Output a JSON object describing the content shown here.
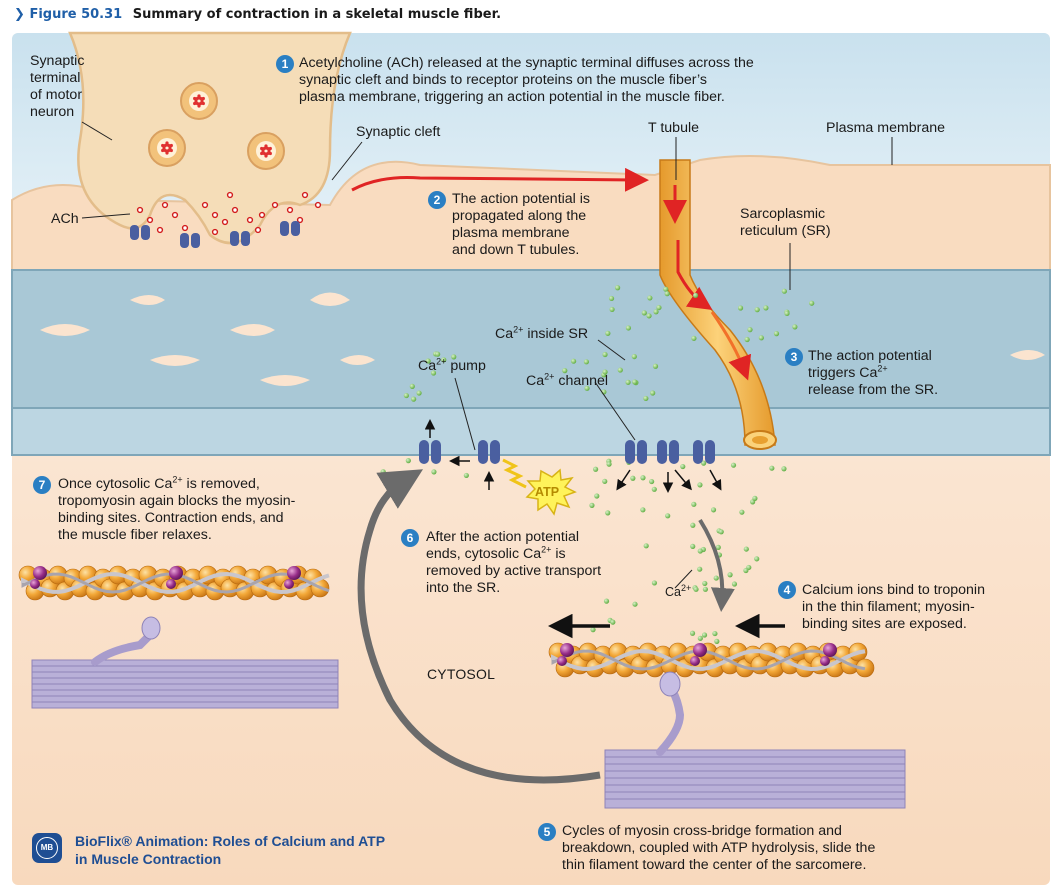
{
  "figure": {
    "number": "Figure 50.31",
    "title": "Summary of contraction in a skeletal muscle fiber."
  },
  "labels": {
    "synaptic_terminal": [
      "Synaptic",
      "terminal",
      "of motor",
      "neuron"
    ],
    "ach": "ACh",
    "synaptic_cleft": "Synaptic cleft",
    "t_tubule": "T tubule",
    "plasma_membrane": "Plasma membrane",
    "sr": [
      "Sarcoplasmic",
      "reticulum (SR)"
    ],
    "ca_inside_sr": "inside SR",
    "ca_pump": "pump",
    "ca_channel": "channel",
    "ca_ion": "Ca",
    "ca_charge": "2+",
    "atp": "ATP",
    "cytosol": "CYTOSOL"
  },
  "steps": [
    {
      "n": "1",
      "lines": [
        "Acetylcholine (ACh) released at the synaptic terminal diffuses across the",
        "synaptic cleft and binds to receptor proteins on the muscle fiber’s",
        "plasma membrane, triggering an action potential in the muscle fiber."
      ]
    },
    {
      "n": "2",
      "lines": [
        "The action potential is",
        "propagated along the",
        "plasma membrane",
        "and down T tubules."
      ]
    },
    {
      "n": "3",
      "lines": [
        "The action potential",
        "triggers Ca",
        "release from the SR."
      ]
    },
    {
      "n": "4",
      "lines": [
        "Calcium ions bind to troponin",
        "in the thin filament; myosin-",
        "binding sites are exposed."
      ]
    },
    {
      "n": "5",
      "lines": [
        "Cycles of myosin cross-bridge formation and",
        "breakdown, coupled with ATP hydrolysis, slide the",
        "thin filament toward the center of the sarcomere."
      ]
    },
    {
      "n": "6",
      "lines": [
        "After the action potential",
        "ends, cytosolic Ca",
        "removed by active transport",
        "into the SR."
      ]
    },
    {
      "n": "7",
      "lines": [
        "Once cytosolic Ca",
        "tropomyosin again blocks the myosin-",
        "binding sites. Contraction ends, and",
        "the muscle fiber relaxes."
      ]
    }
  ],
  "step_suffixes": {
    "s3_after_ca": "2+",
    "s6_after_ca": " is",
    "s7_after_ca": " is removed,"
  },
  "bioflix": {
    "icon": "MB",
    "lines": [
      "BioFlix® Animation: Roles of Calcium and ATP",
      "in Muscle Contraction"
    ]
  },
  "colors": {
    "header_blue": "#1f5fa8",
    "step_circle": "#2a7fc3",
    "bioflix_blue": "#1f4e93",
    "sr_blue": "#a9c8d6",
    "neuron": "#f5ddb8",
    "t_tubule": "#f2b84b",
    "arrow_red": "#e02424",
    "calcium_green": "#7cc35a",
    "actin_orange": "#f0a02a",
    "troponin_purple": "#8a2a7a",
    "myosin_lilac": "#b7a8d6",
    "cytosol_peach": "#fbe4cf"
  },
  "icons": [
    "down-chevron-icon",
    "bioflix-mb-icon"
  ]
}
